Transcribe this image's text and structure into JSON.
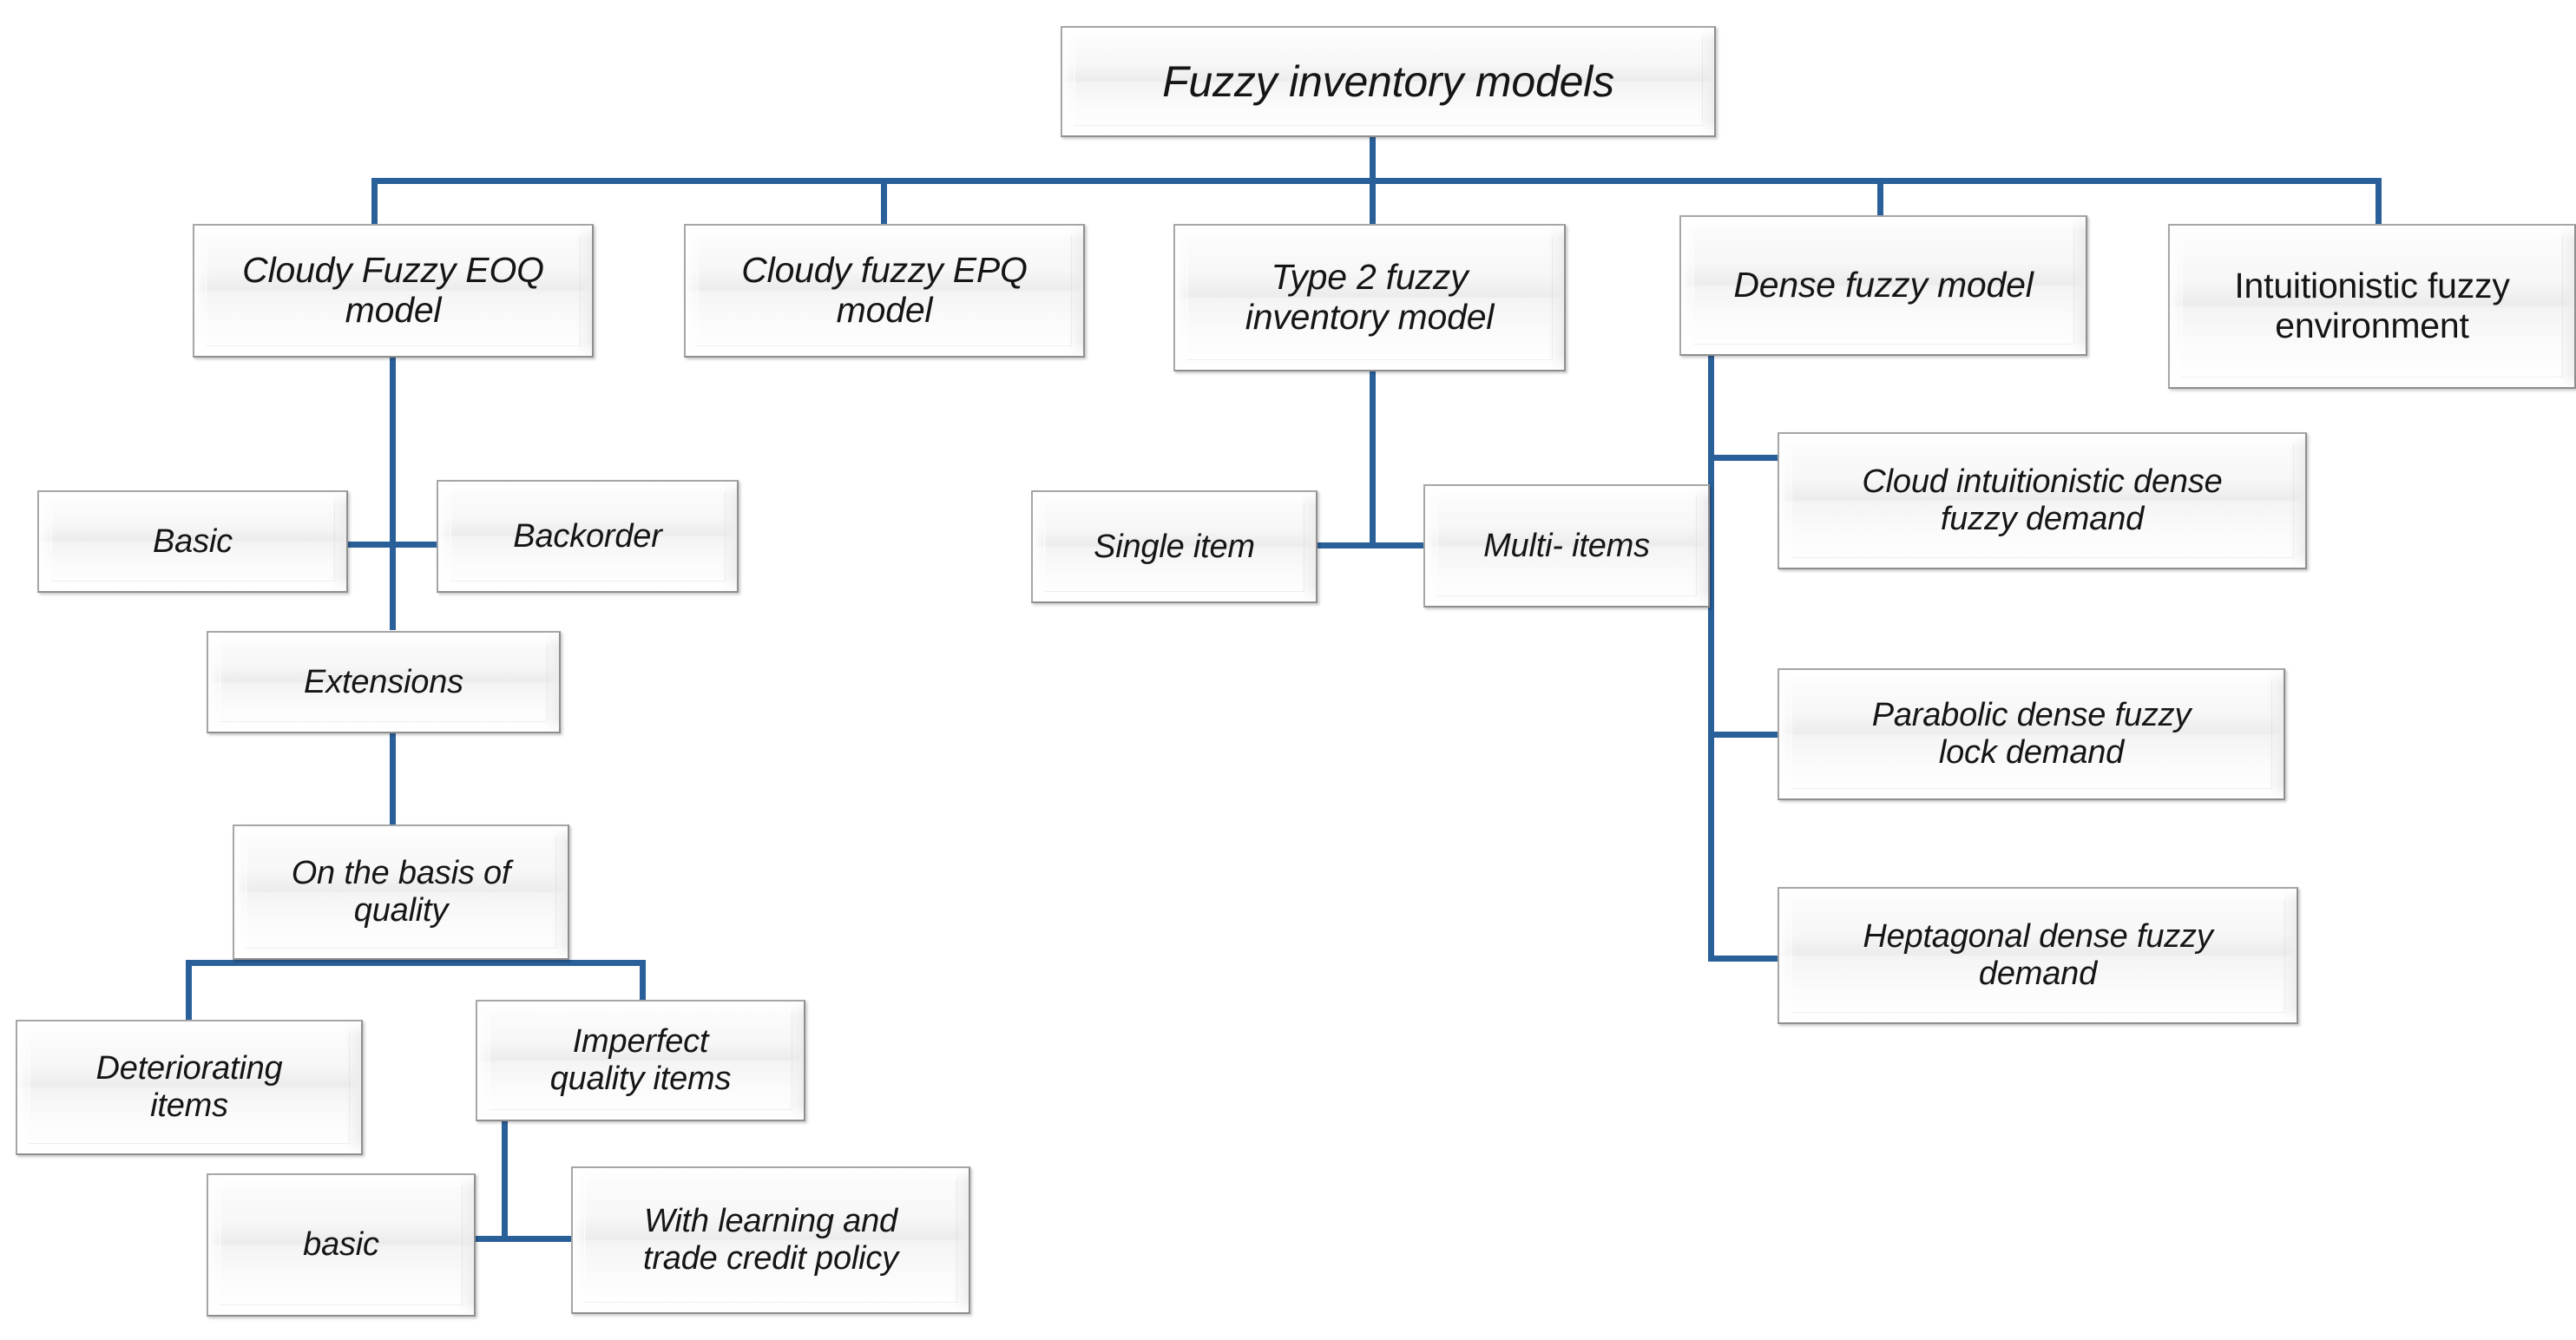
{
  "diagram": {
    "title": "Fuzzy inventory models",
    "line_color": "#2a6099",
    "box_border_color": "#a6a6a6",
    "text_color": "#151515",
    "background": "#ffffff"
  },
  "nodes": {
    "root": {
      "label": "Fuzzy inventory models"
    },
    "cloudy_eoq": {
      "label": "Cloudy Fuzzy EOQ\nmodel"
    },
    "cloudy_epq": {
      "label": "Cloudy fuzzy EPQ\nmodel"
    },
    "type2": {
      "label": "Type 2 fuzzy\ninventory model"
    },
    "dense": {
      "label": "Dense fuzzy model"
    },
    "intuitionistic": {
      "label": "Intuitionistic fuzzy\nenvironment"
    },
    "basic": {
      "label": "Basic"
    },
    "backorder": {
      "label": "Backorder"
    },
    "extensions": {
      "label": "Extensions"
    },
    "quality": {
      "label": "On the basis of\nquality"
    },
    "deteriorating": {
      "label": "Deteriorating\nitems"
    },
    "imperfect": {
      "label": "Imperfect\nquality items"
    },
    "basic_lower": {
      "label": "basic"
    },
    "learning": {
      "label": "With learning and\ntrade credit policy"
    },
    "single_item": {
      "label": "Single item"
    },
    "multi_items": {
      "label": "Multi- items"
    },
    "cloud_intuitionistic": {
      "label": "Cloud intuitionistic dense\nfuzzy demand"
    },
    "parabolic": {
      "label": "Parabolic dense fuzzy\nlock demand"
    },
    "heptagonal": {
      "label": "Heptagonal dense fuzzy\ndemand"
    }
  },
  "hierarchy": {
    "root": "Fuzzy inventory models",
    "children": [
      {
        "label": "Cloudy Fuzzy EOQ model",
        "children": [
          {
            "label": "Basic"
          },
          {
            "label": "Backorder"
          },
          {
            "label": "Extensions",
            "children": [
              {
                "label": "On the basis of quality",
                "children": [
                  {
                    "label": "Deteriorating items"
                  },
                  {
                    "label": "Imperfect quality items",
                    "children": [
                      {
                        "label": "basic"
                      },
                      {
                        "label": "With learning and trade credit policy"
                      }
                    ]
                  }
                ]
              }
            ]
          }
        ]
      },
      {
        "label": "Cloudy fuzzy EPQ model"
      },
      {
        "label": "Type 2 fuzzy inventory model",
        "children": [
          {
            "label": "Single item"
          },
          {
            "label": "Multi- items"
          }
        ]
      },
      {
        "label": "Dense fuzzy model",
        "children": [
          {
            "label": "Cloud intuitionistic dense fuzzy demand"
          },
          {
            "label": "Parabolic dense fuzzy lock demand"
          },
          {
            "label": "Heptagonal dense fuzzy demand"
          }
        ]
      },
      {
        "label": "Intuitionistic fuzzy environment"
      }
    ]
  }
}
